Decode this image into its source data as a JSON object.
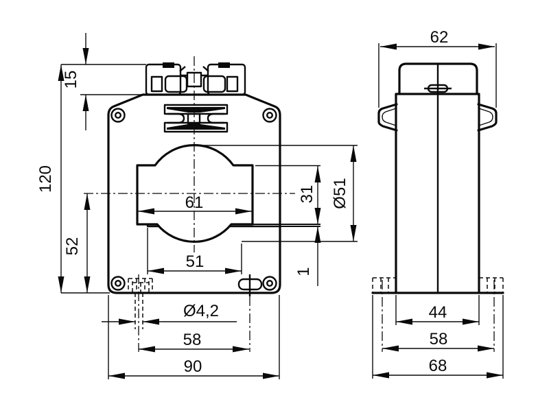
{
  "page": {
    "background": "#ffffff",
    "line_color": "#0a0a0a",
    "kind": "dimensional technical drawing"
  },
  "drawing": {
    "front_view": {
      "dimensions": {
        "terminal_height": "15",
        "total_height": "120",
        "center_to_bottom": "52",
        "window_width": "61",
        "opening_width": "51",
        "window_height": "31",
        "bore_diameter": "Ø51",
        "gap": "1",
        "hole_diameter": "Ø4,2",
        "hole_spacing": "58",
        "body_width": "90"
      }
    },
    "side_view": {
      "dimensions": {
        "top_width": "62",
        "body_depth": "44",
        "slot_spacing": "58",
        "base_width": "68"
      }
    }
  }
}
